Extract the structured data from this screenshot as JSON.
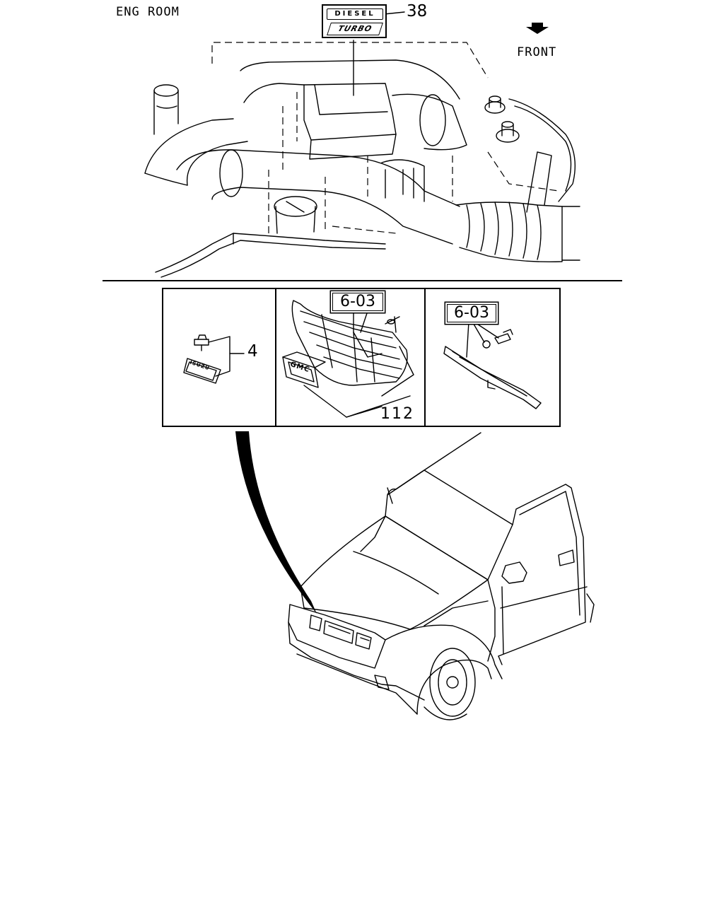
{
  "header": {
    "section_label": "ENG ROOM",
    "front_label": "FRONT"
  },
  "callouts": {
    "emblem_diesel_turbo": "38",
    "emblem_isuzu": "4",
    "grille_ref": "6-03",
    "bracket_ref": "6-03",
    "grille_parts": "112"
  },
  "emblem_text": {
    "diesel": "DIESEL",
    "turbo": "TURBO",
    "isuzu": "ISUZU",
    "gmc": "GMC"
  }
}
